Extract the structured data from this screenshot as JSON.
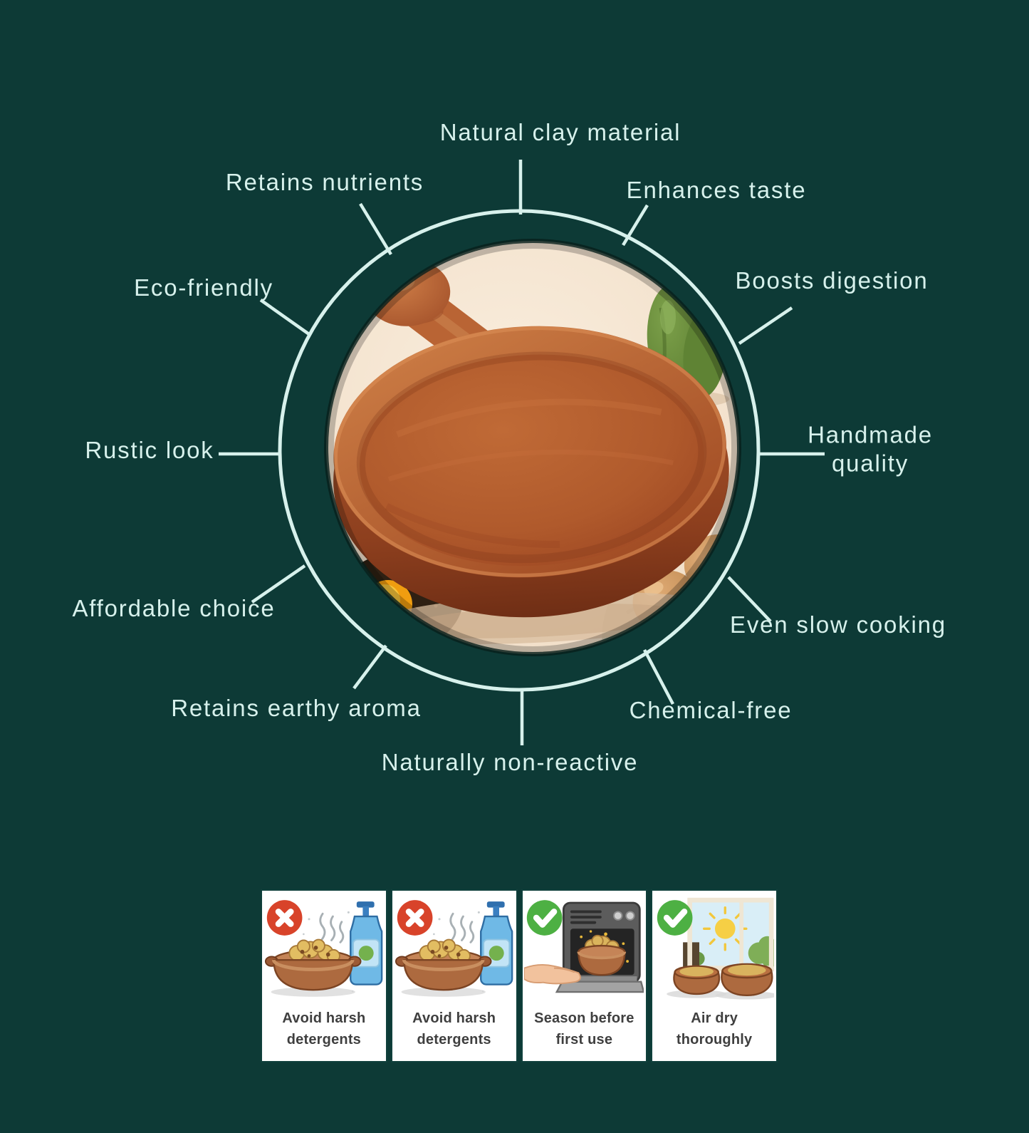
{
  "page": {
    "background_color": "#0d3a36",
    "accent_color": "#d7f1ec",
    "subject": "Clay cookware benefits infographic"
  },
  "diagram": {
    "center_image": "terracotta-clay-pan-photo",
    "labels": [
      {
        "id": "natural-clay-material",
        "text": "Natural clay material"
      },
      {
        "id": "retains-nutrients",
        "text": "Retains nutrients"
      },
      {
        "id": "enhances-taste",
        "text": "Enhances taste"
      },
      {
        "id": "eco-friendly",
        "text": "Eco-friendly"
      },
      {
        "id": "boosts-digestion",
        "text": "Boosts digestion"
      },
      {
        "id": "rustic-look",
        "text": "Rustic look"
      },
      {
        "id": "handmade-quality",
        "text": "Handmade quality"
      },
      {
        "id": "affordable-choice",
        "text": "Affordable choice"
      },
      {
        "id": "even-slow-cooking",
        "text": "Even slow cooking"
      },
      {
        "id": "retains-earthy-aroma",
        "text": "Retains earthy aroma"
      },
      {
        "id": "chemical-free",
        "text": "Chemical-free"
      },
      {
        "id": "naturally-non-reactive",
        "text": "Naturally non-reactive"
      }
    ]
  },
  "care_cards": [
    {
      "caption": "Avoid harsh detergents",
      "status": "avoid",
      "icon": "cross-icon"
    },
    {
      "caption": "Avoid harsh detergents",
      "status": "avoid",
      "icon": "cross-icon"
    },
    {
      "caption": "Season before first use",
      "status": "ok",
      "icon": "check-icon"
    },
    {
      "caption": "Air dry thoroughly",
      "status": "ok",
      "icon": "check-icon"
    }
  ],
  "status_colors": {
    "avoid": "#d8432a",
    "ok": "#4db043"
  }
}
